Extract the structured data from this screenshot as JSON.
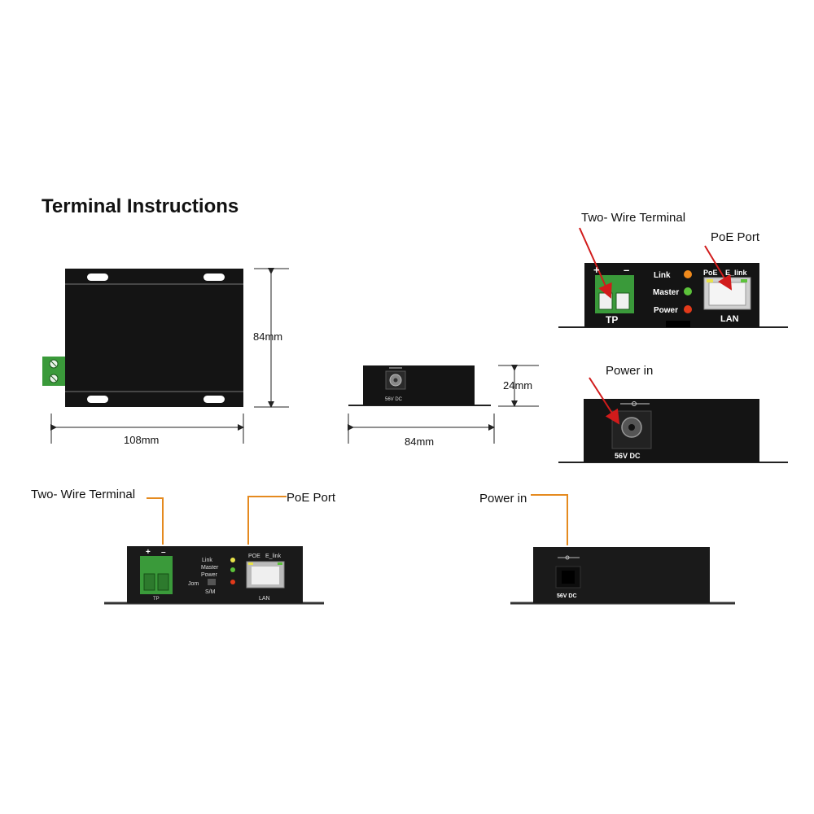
{
  "title": "Terminal Instructions",
  "dimensions": {
    "top_width": "108mm",
    "top_height": "84mm",
    "side_width": "84mm",
    "side_height": "24mm"
  },
  "front_closeup": {
    "callout_terminal": "Two- Wire Terminal",
    "callout_poe": "PoE Port",
    "terminal_plus": "+",
    "terminal_minus": "–",
    "terminal_label": "TP",
    "led_link": "Link",
    "led_master": "Master",
    "led_power": "Power",
    "port_poe": "PoE",
    "port_elink": "E_link",
    "port_lan": "LAN"
  },
  "back_closeup": {
    "callout_power": "Power in",
    "dc_label": "56V  DC"
  },
  "side_small": {
    "dc_label": "56V  DC"
  },
  "front_photo": {
    "callout_terminal": "Two- Wire Terminal",
    "callout_poe": "PoE Port",
    "terminal_plus": "+",
    "terminal_minus": "–",
    "terminal_label": "TP",
    "led_link": "Link",
    "led_master": "Master",
    "led_power": "Power",
    "jom_label": "Jom",
    "sm_label": "S/M",
    "port_poe": "POE",
    "port_elink": "E_link",
    "port_lan": "LAN"
  },
  "back_photo": {
    "callout_power": "Power in",
    "dc_label": "56V DC"
  },
  "colors": {
    "device_body": "#141414",
    "terminal_green": "#3a9a3a",
    "led_orange": "#f08a1c",
    "led_green": "#5cc23a",
    "led_red": "#e23a1a",
    "callout_red": "#d11b1b",
    "callout_orange": "#e58a1f"
  }
}
